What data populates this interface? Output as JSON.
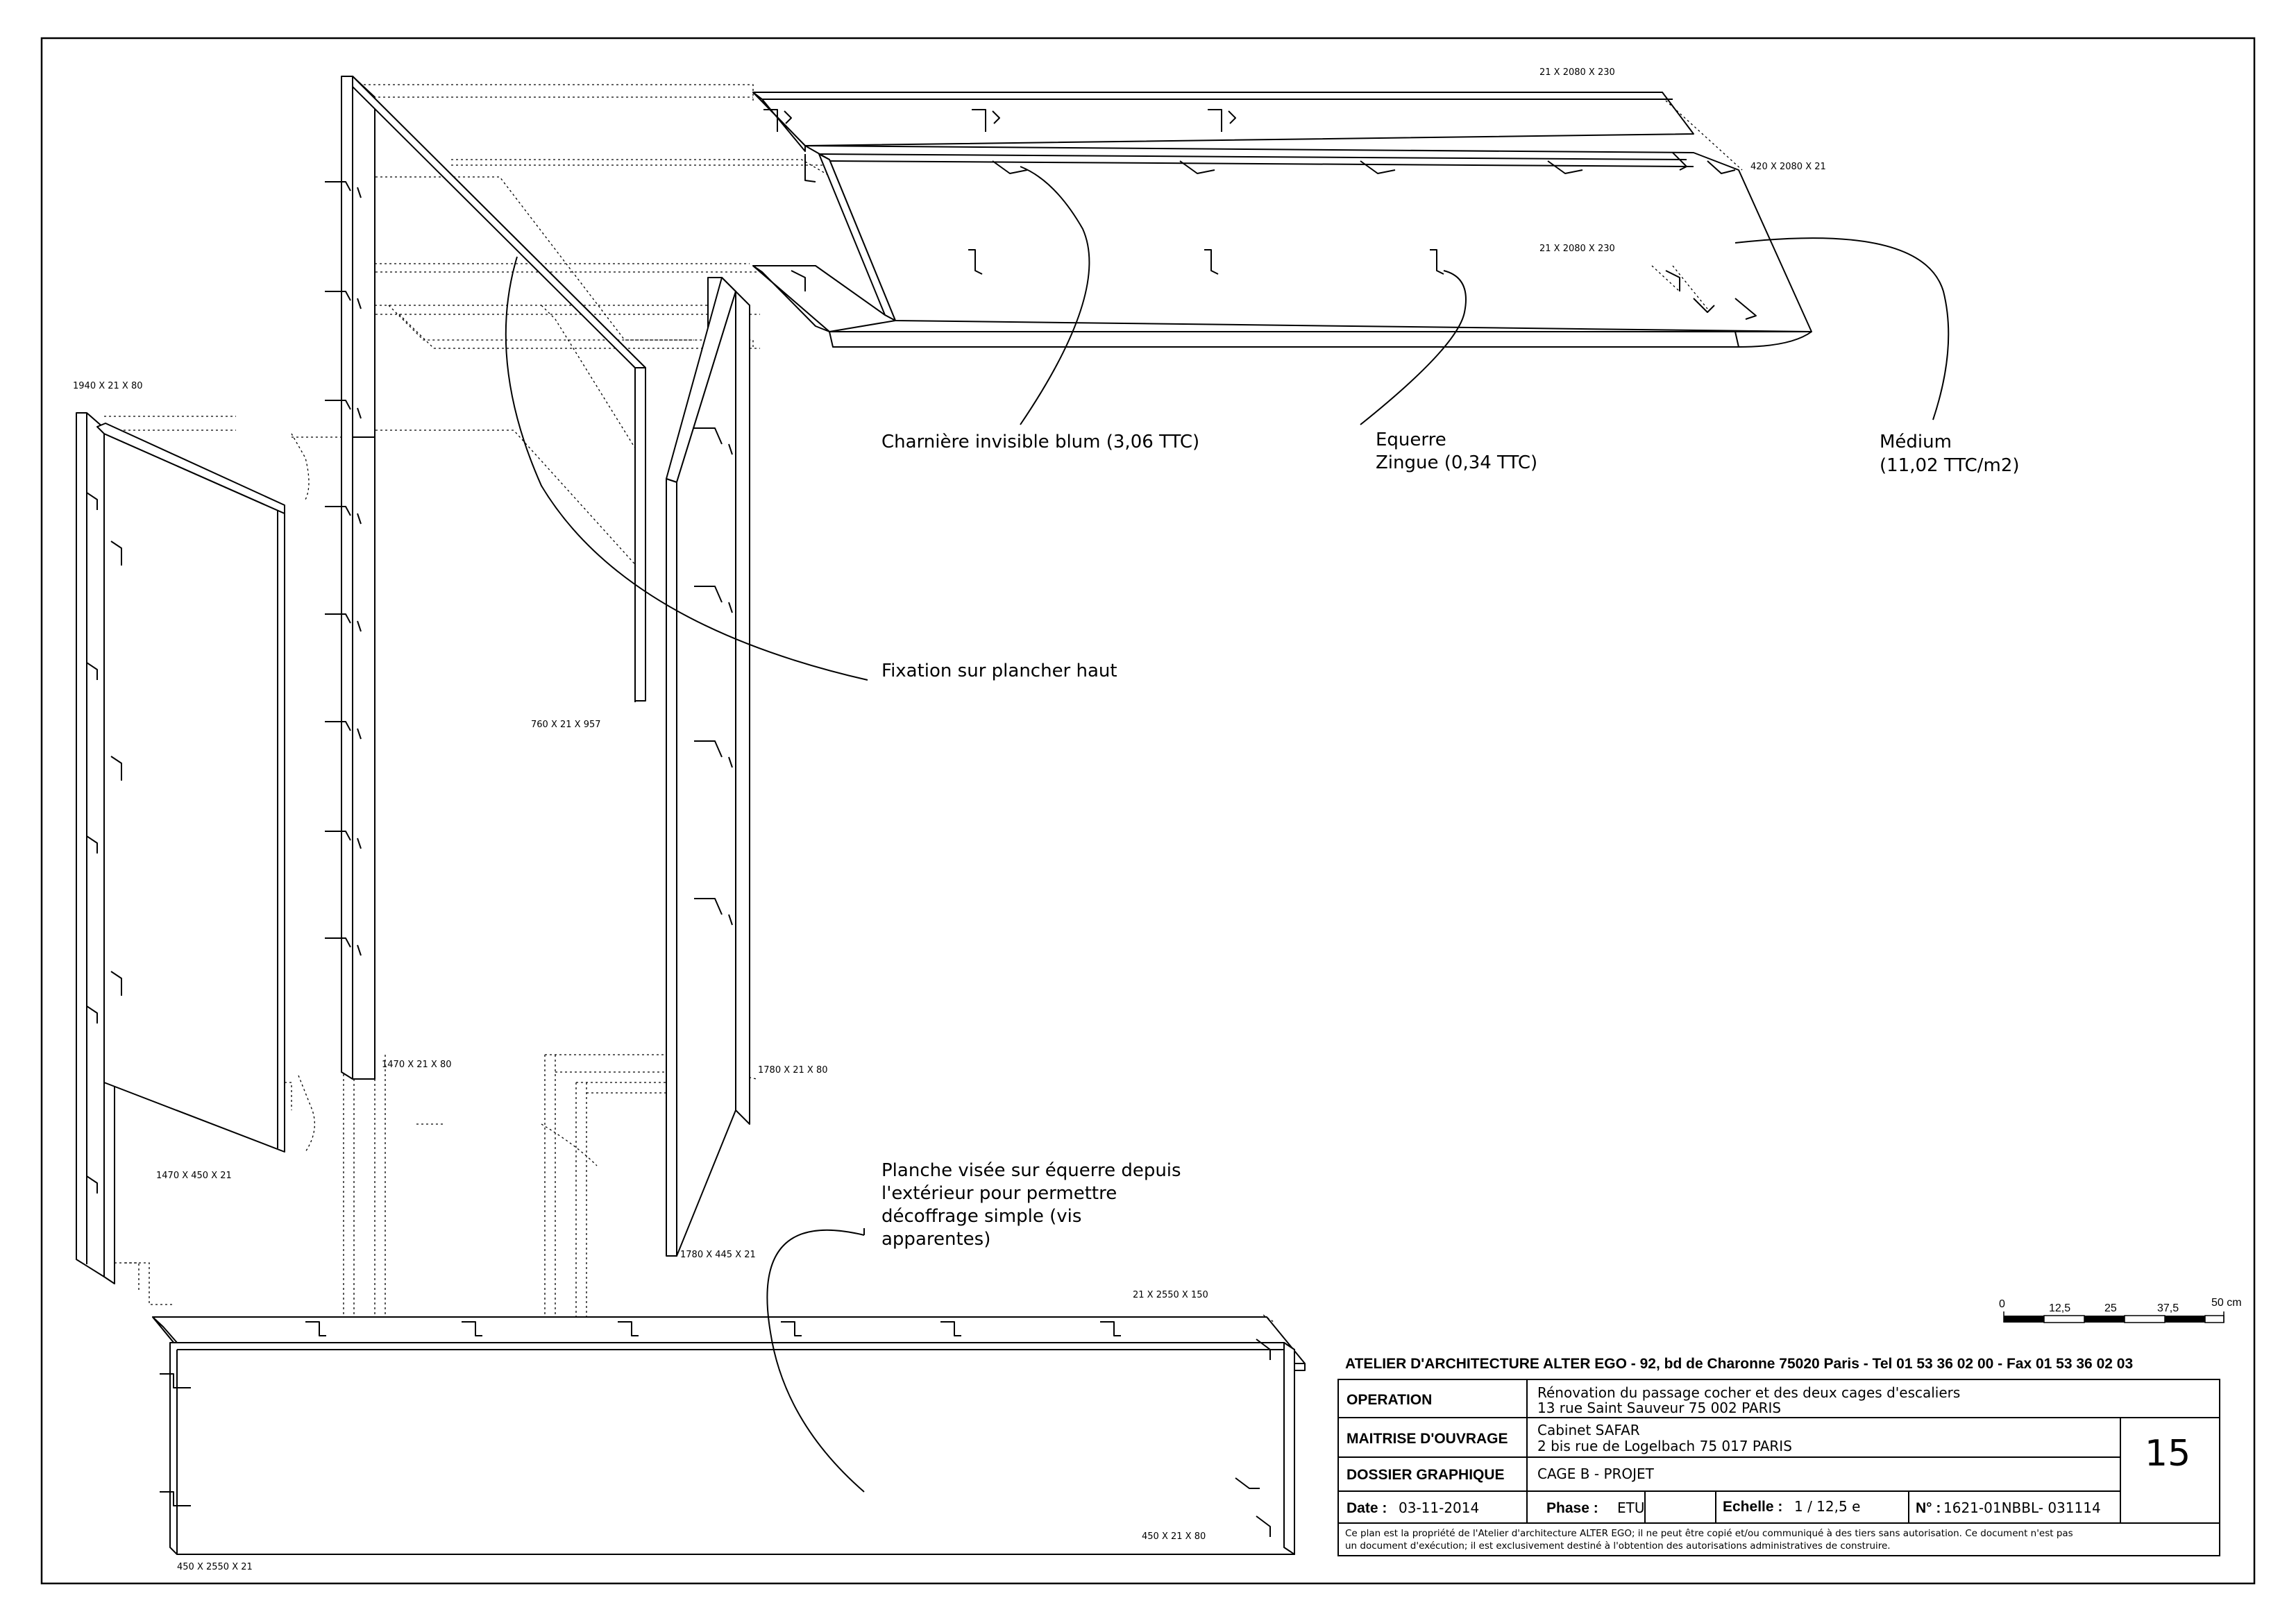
{
  "drawing": {
    "dimensions": {
      "top_shelf_upper": "21 X 2080 X 230",
      "top_board": "420 X 2080 X 21",
      "top_shelf_lower": "21 X 2080 X 230",
      "left_post": "1940 X 21 X 80",
      "hinged_top_panel": "760 X 21 X 957",
      "mid_post": "1470 X 21 X 80",
      "right_post": "1780 X 21 X 80",
      "left_door": "1470 X 450 X 21",
      "right_door": "1780 X 445 X 21",
      "bottom_shelf": "21 X 2550 X 150",
      "bottom_post": "450 X 21 X 80",
      "bottom_panel": "450 X 2550 X 21"
    },
    "annotations": {
      "hinge": "Charnière invisible blum (3,06 TTC)",
      "bracket_line1": "Equerre",
      "bracket_line2": "Zingue (0,34 TTC)",
      "medium_line1": "Médium",
      "medium_line2": "(11,02 TTC/m2)",
      "fixing": "Fixation sur plancher haut",
      "plank_line1": "Planche visée sur équerre depuis",
      "plank_line2": "l'extérieur pour permettre",
      "plank_line3": "décoffrage simple (vis",
      "plank_line4": "apparentes)"
    }
  },
  "scale_bar": {
    "labels": [
      "0",
      "12,5",
      "25",
      "37,5",
      "50 cm"
    ]
  },
  "title_block": {
    "header": "ATELIER D'ARCHITECTURE ALTER EGO - 92, bd de Charonne 75020 Paris - Tel 01 53 36 02 00 - Fax 01 53 36 02 03",
    "operation_label": "OPERATION",
    "operation_line1": "Rénovation du passage cocher et des deux cages d'escaliers",
    "operation_line2": "13 rue Saint Sauveur 75 002 PARIS",
    "client_label": "MAITRISE D'OUVRAGE",
    "client_line1": "Cabinet SAFAR",
    "client_line2": "2 bis rue de Logelbach 75 017 PARIS",
    "dossier_label": "DOSSIER GRAPHIQUE",
    "dossier_value": "CAGE B - PROJET",
    "sheet_number": "15",
    "date_label": "Date :",
    "date_value": "03-11-2014",
    "phase_label": "Phase :",
    "phase_value": "ETU",
    "scale_label": "Echelle :",
    "scale_value": "1 / 12,5 e",
    "ref_label": "N° :",
    "ref_value": "1621-01NBBL- 031114",
    "notice_line1": "Ce plan est la propriété de l'Atelier d'architecture ALTER EGO; il ne peut être copié et/ou communiqué à des tiers sans autorisation. Ce document n'est pas",
    "notice_line2": "un document d'exécution; il est exclusivement destiné à l'obtention des autorisations administratives de construire."
  }
}
